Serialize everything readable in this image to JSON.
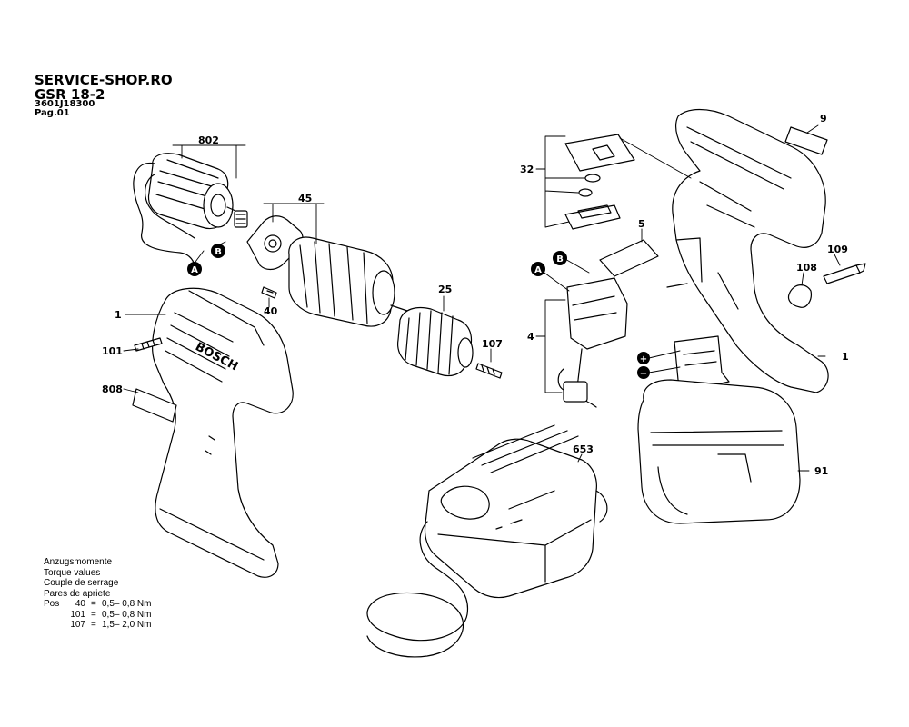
{
  "header": {
    "shop": "SERVICE-SHOP.RO",
    "model": "GSR 18-2",
    "part_number": "3601J18300",
    "page": "Pag.01"
  },
  "torque": {
    "lines": [
      "Anzugsmomente",
      "Torque values",
      "Couple de serrage",
      "Pares de apriete"
    ],
    "rows": [
      {
        "prefix": "Pos",
        "pos": "40",
        "eq": "=",
        "value": "0,5– 0,8 Nm"
      },
      {
        "prefix": "",
        "pos": "101",
        "eq": "=",
        "value": "0,5– 0,8 Nm"
      },
      {
        "prefix": "",
        "pos": "107",
        "eq": "=",
        "value": "1,5– 2,0 Nm"
      }
    ]
  },
  "part_labels": {
    "p802": "802",
    "p45": "45",
    "p40": "40",
    "p1_left": "1",
    "p101": "101",
    "p808": "808",
    "p25": "25",
    "p107": "107",
    "p9": "9",
    "p32": "32",
    "p5": "5",
    "p109": "109",
    "p108": "108",
    "p4": "4",
    "p1_right": "1",
    "p653": "653",
    "p91": "91"
  },
  "markers": {
    "a": "A",
    "b": "B",
    "plus": "+",
    "minus": "−"
  },
  "brand_text": "BOSCH"
}
